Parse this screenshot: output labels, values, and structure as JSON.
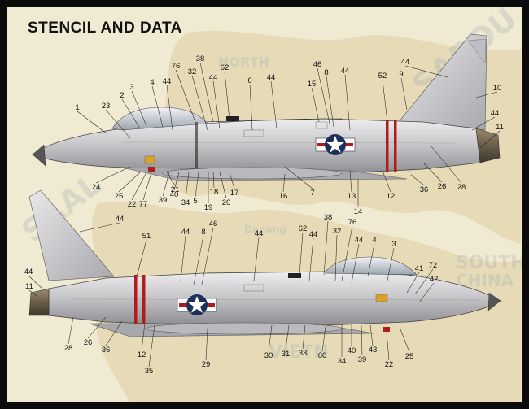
{
  "title": "STENCIL AND DATA",
  "watermarks": {
    "left": "SAAL",
    "right": "SAROU",
    "map_south": "SOUTH",
    "map_china": "CHINA",
    "map_north": "NORTH",
    "map_vietnam": "VIETN",
    "map_danang": "Danang"
  },
  "colors": {
    "background": "#f1ead2",
    "frame": "#0b0b0b",
    "fuselage": "#c9c9cc",
    "red_band": "#b01c1c"
  },
  "top_view_labels": [
    {
      "id": "t1",
      "text": "1"
    },
    {
      "id": "t2",
      "text": "2"
    },
    {
      "id": "t3",
      "text": "3"
    },
    {
      "id": "t4",
      "text": "4"
    },
    {
      "id": "t5",
      "text": "5"
    },
    {
      "id": "t6",
      "text": "6"
    },
    {
      "id": "t7",
      "text": "7"
    },
    {
      "id": "t8",
      "text": "8"
    },
    {
      "id": "t9",
      "text": "9"
    },
    {
      "id": "t10",
      "text": "10"
    },
    {
      "id": "t11",
      "text": "11"
    },
    {
      "id": "t12",
      "text": "12"
    },
    {
      "id": "t13",
      "text": "13"
    },
    {
      "id": "t14",
      "text": "14"
    },
    {
      "id": "t15",
      "text": "15"
    },
    {
      "id": "t16",
      "text": "16"
    },
    {
      "id": "t17",
      "text": "17"
    },
    {
      "id": "t18",
      "text": "18"
    },
    {
      "id": "t19",
      "text": "19"
    },
    {
      "id": "t20",
      "text": "20"
    },
    {
      "id": "t21",
      "text": "21"
    },
    {
      "id": "t22",
      "text": "22"
    },
    {
      "id": "t23",
      "text": "23"
    },
    {
      "id": "t24",
      "text": "24"
    },
    {
      "id": "t25",
      "text": "25"
    },
    {
      "id": "t26",
      "text": "26"
    },
    {
      "id": "t28",
      "text": "28"
    },
    {
      "id": "t32",
      "text": "32"
    },
    {
      "id": "t34",
      "text": "34"
    },
    {
      "id": "t36",
      "text": "36"
    },
    {
      "id": "t38",
      "text": "38"
    },
    {
      "id": "t39",
      "text": "39"
    },
    {
      "id": "t40",
      "text": "40"
    },
    {
      "id": "t44a",
      "text": "44"
    },
    {
      "id": "t44b",
      "text": "44"
    },
    {
      "id": "t44c",
      "text": "44"
    },
    {
      "id": "t44d",
      "text": "44"
    },
    {
      "id": "t44e",
      "text": "44"
    },
    {
      "id": "t46",
      "text": "46"
    },
    {
      "id": "t52",
      "text": "52"
    },
    {
      "id": "t62",
      "text": "62"
    },
    {
      "id": "t76",
      "text": "76"
    },
    {
      "id": "t77",
      "text": "77"
    }
  ],
  "bottom_view_labels": [
    {
      "id": "b3",
      "text": "3"
    },
    {
      "id": "b4",
      "text": "4"
    },
    {
      "id": "b8",
      "text": "8"
    },
    {
      "id": "b11",
      "text": "11"
    },
    {
      "id": "b12",
      "text": "12"
    },
    {
      "id": "b22",
      "text": "22"
    },
    {
      "id": "b25",
      "text": "25"
    },
    {
      "id": "b26",
      "text": "26"
    },
    {
      "id": "b28",
      "text": "28"
    },
    {
      "id": "b29",
      "text": "29"
    },
    {
      "id": "b30",
      "text": "30"
    },
    {
      "id": "b31",
      "text": "31"
    },
    {
      "id": "b32",
      "text": "32"
    },
    {
      "id": "b33",
      "text": "33"
    },
    {
      "id": "b34",
      "text": "34"
    },
    {
      "id": "b35",
      "text": "35"
    },
    {
      "id": "b36",
      "text": "36"
    },
    {
      "id": "b38",
      "text": "38"
    },
    {
      "id": "b39",
      "text": "39"
    },
    {
      "id": "b40",
      "text": "40"
    },
    {
      "id": "b41",
      "text": "41"
    },
    {
      "id": "b42",
      "text": "42"
    },
    {
      "id": "b43",
      "text": "43"
    },
    {
      "id": "b44a",
      "text": "44"
    },
    {
      "id": "b44b",
      "text": "44"
    },
    {
      "id": "b44c",
      "text": "44"
    },
    {
      "id": "b44d",
      "text": "44"
    },
    {
      "id": "b44e",
      "text": "44"
    },
    {
      "id": "b46",
      "text": "46"
    },
    {
      "id": "b51",
      "text": "51"
    },
    {
      "id": "b60",
      "text": "60"
    },
    {
      "id": "b62",
      "text": "62"
    },
    {
      "id": "b72",
      "text": "72"
    },
    {
      "id": "b76",
      "text": "76"
    }
  ]
}
